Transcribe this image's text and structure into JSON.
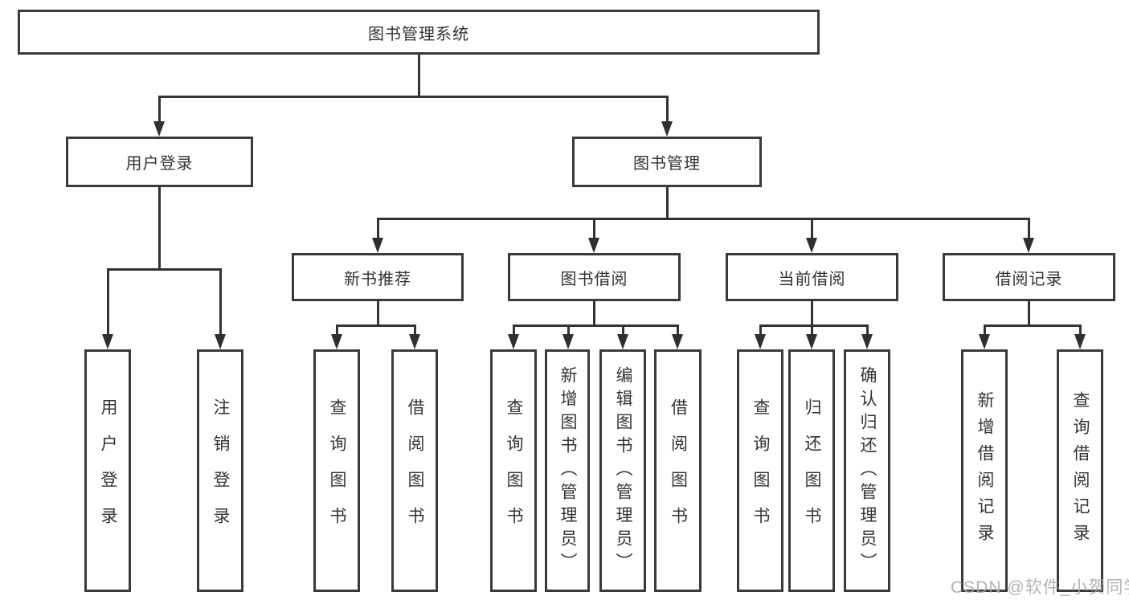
{
  "tree": {
    "label": "图书管理系统",
    "children": [
      {
        "label": "用户登录",
        "children": [
          {
            "label": "用户登录"
          },
          {
            "label": "注销登录"
          }
        ]
      },
      {
        "label": "图书管理",
        "children": [
          {
            "label": "新书推荐",
            "children": [
              {
                "label": "查询图书"
              },
              {
                "label": "借阅图书"
              }
            ]
          },
          {
            "label": "图书借阅",
            "children": [
              {
                "label": "查询图书"
              },
              {
                "label": "新增图书（管理员）"
              },
              {
                "label": "编辑图书（管理员）"
              },
              {
                "label": "借阅图书"
              }
            ]
          },
          {
            "label": "当前借阅",
            "children": [
              {
                "label": "查询图书"
              },
              {
                "label": "归还图书"
              },
              {
                "label": "确认归还（管理员）"
              }
            ]
          },
          {
            "label": "借阅记录",
            "children": [
              {
                "label": "新增借阅记录"
              },
              {
                "label": "查询借阅记录"
              }
            ]
          }
        ]
      }
    ]
  },
  "watermark": "CSDN @软件_小贺同学",
  "colors": {
    "line": "#333333",
    "text": "#333333",
    "box_border": "#3a3a3a",
    "background": "#ffffff",
    "watermark": "#a8a8a8"
  }
}
